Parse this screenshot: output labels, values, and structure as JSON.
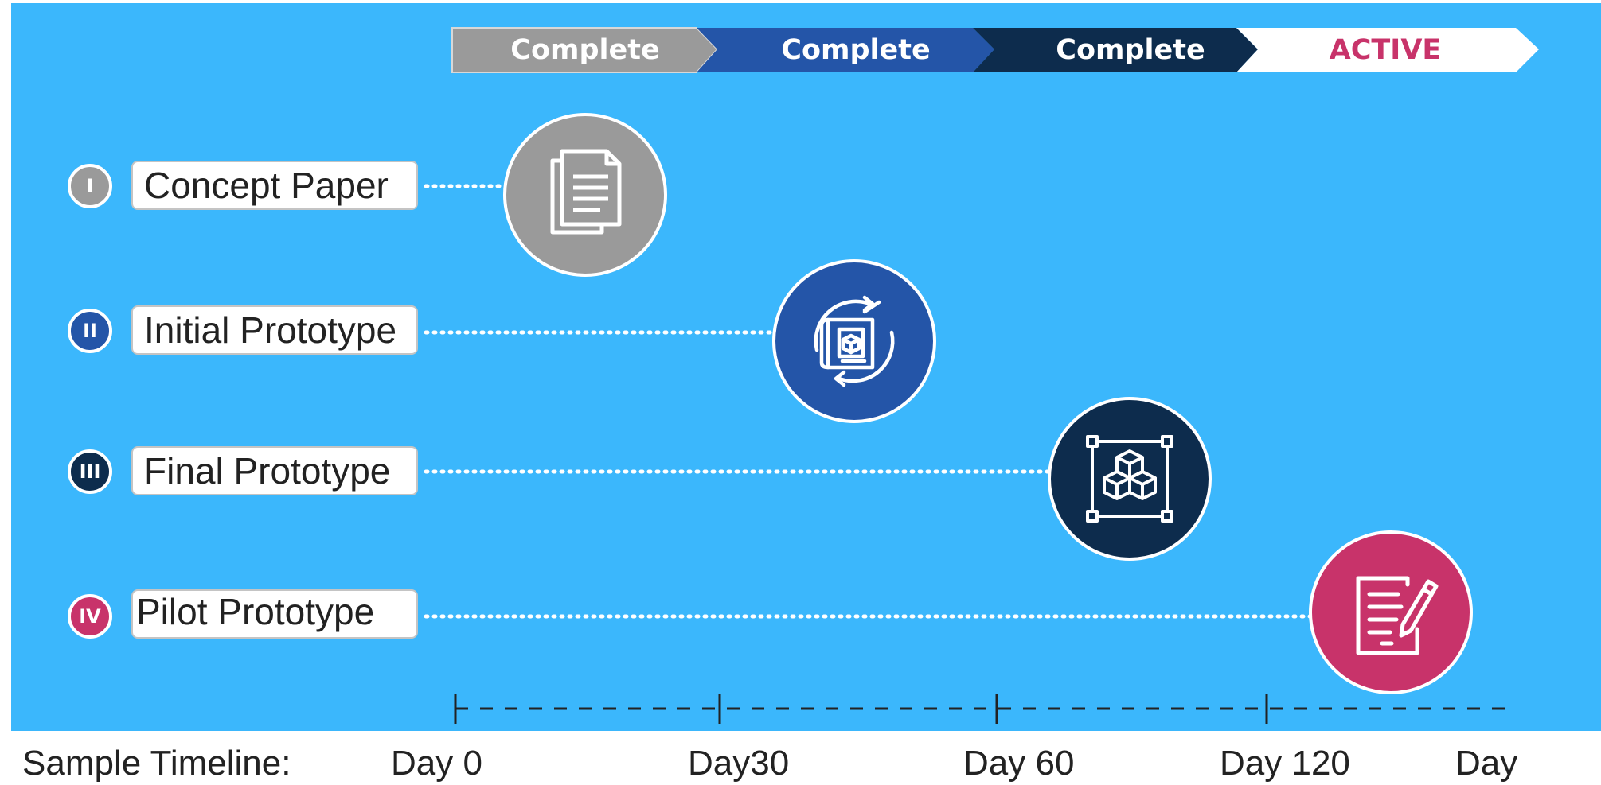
{
  "colors": {
    "background": "#3bb7fc",
    "phase1": "#9a9a9a",
    "phase2": "#2455a8",
    "phase3": "#0d2c4d",
    "phase4": "#c8336a",
    "active_text": "#c8336a"
  },
  "status_steps": [
    {
      "label": "Complete",
      "color": "#9a9a9a"
    },
    {
      "label": "Complete",
      "color": "#2455a8"
    },
    {
      "label": "Complete",
      "color": "#0d2c4d"
    },
    {
      "label": "ACTIVE",
      "color": "#ffffff"
    }
  ],
  "phases": [
    {
      "numeral": "I",
      "label": "Concept Paper",
      "icon": "document-icon"
    },
    {
      "numeral": "II",
      "label": "Initial Prototype",
      "icon": "blueprint-cycle-icon"
    },
    {
      "numeral": "III",
      "label": "Final Prototype",
      "icon": "cubes-icon"
    },
    {
      "numeral": "IV",
      "label": "Pilot Prototype",
      "icon": "signed-document-icon"
    }
  ],
  "timeline": {
    "title": "Sample Timeline:",
    "ticks": [
      "Day 0",
      "Day30",
      "Day 60",
      "Day 120",
      "Day"
    ]
  }
}
